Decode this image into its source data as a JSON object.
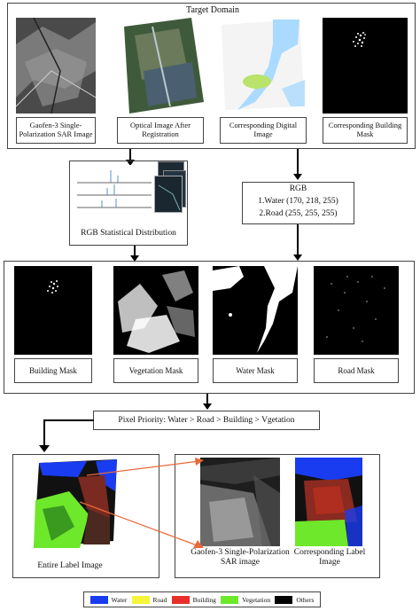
{
  "top": {
    "title": "Target Domain",
    "captions": [
      "Gaofen-3 Single-Polarization SAR Image",
      "Optical Image After Registration",
      "Corresponding Digital Image",
      "Corresponding Building Mask"
    ]
  },
  "stats": {
    "label": "RGB  Statistical Distribution"
  },
  "rgb": {
    "title": "RGB",
    "line1": "1.Water (170, 218, 255)",
    "line2": "2.Road (255, 255, 255)"
  },
  "masks": [
    "Building Mask",
    "Vegetation Mask",
    "Water Mask",
    "Road Mask"
  ],
  "priority": "Pixel Priority: Water > Road > Building > Vgetation",
  "bottom": {
    "entire": "Entire Label Image",
    "sar": "Gaofen-3 Single-Polarization SAR image",
    "label": "Corresponding Label Image"
  },
  "legend": [
    {
      "name": "Water",
      "color": "#1a3cf0"
    },
    {
      "name": "Road",
      "color": "#f5f53a"
    },
    {
      "name": "Building",
      "color": "#e8302a"
    },
    {
      "name": "Vegetation",
      "color": "#6ee82a"
    },
    {
      "name": "Others",
      "color": "#000000"
    }
  ],
  "colors": {
    "water_digital": "#aadaff",
    "veg_digital": "#b9e36a",
    "arrow_red": "#e8693a"
  }
}
